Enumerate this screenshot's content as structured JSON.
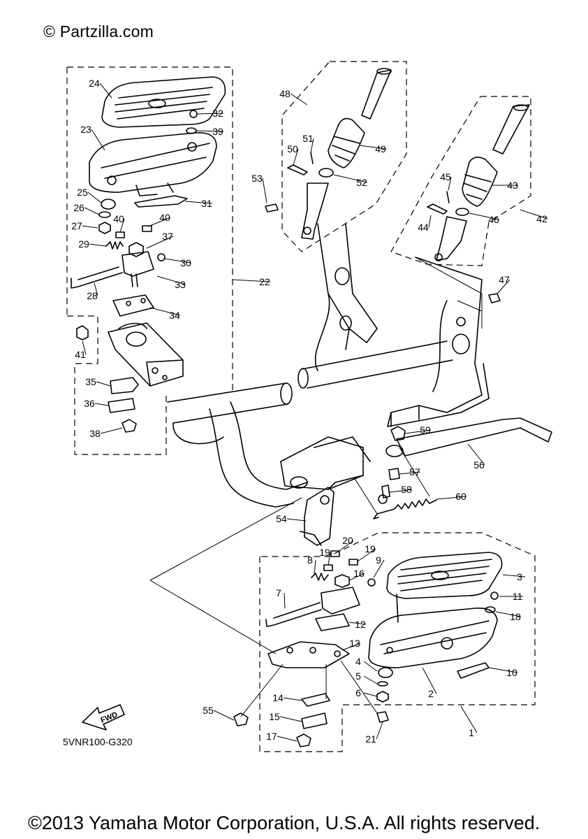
{
  "watermark": "© Partzilla.com",
  "footer": "©2013 Yamaha Motor Corporation, U.S.A. All rights reserved.",
  "diagram_code": "5VNR100-G320",
  "fwd_label": "FWD",
  "callouts": [
    "1",
    "2",
    "3",
    "4",
    "5",
    "6",
    "7",
    "8",
    "9",
    "10",
    "11",
    "12",
    "13",
    "14",
    "15",
    "16",
    "17",
    "18",
    "19",
    "19",
    "20",
    "21",
    "22",
    "23",
    "24",
    "25",
    "26",
    "27",
    "28",
    "29",
    "30",
    "31",
    "32",
    "33",
    "34",
    "35",
    "36",
    "37",
    "38",
    "39",
    "40",
    "40",
    "41",
    "42",
    "43",
    "44",
    "45",
    "46",
    "47",
    "48",
    "49",
    "50",
    "51",
    "52",
    "53",
    "54",
    "55",
    "56",
    "57",
    "58",
    "59",
    "60"
  ]
}
